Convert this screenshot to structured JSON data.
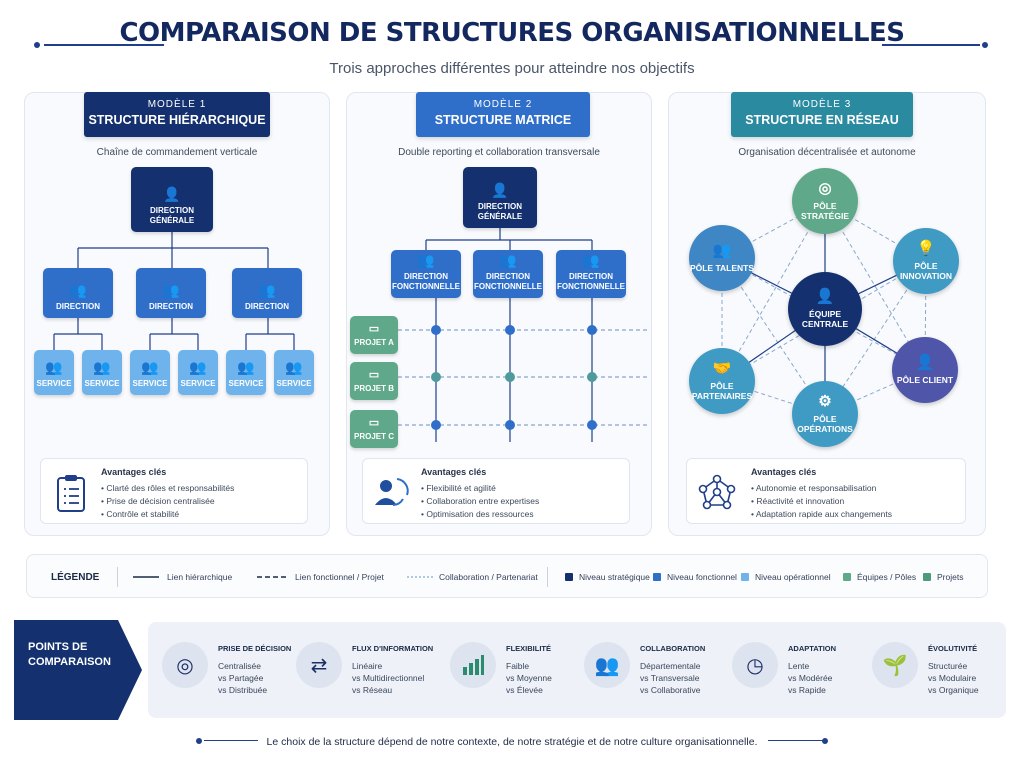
{
  "title": "COMPARAISON DE STRUCTURES ORGANISATIONNELLES",
  "subtitle": "Trois approches différentes pour atteindre nos objectifs",
  "panels": [
    {
      "model": "MODÈLE 1",
      "name": "STRUCTURE HIÉRARCHIQUE",
      "description": "Chaîne de commandement verticale",
      "color": "#14306f",
      "top_node": "DIRECTION GÉNÉRALE",
      "mid_nodes": [
        "DIRECTION",
        "DIRECTION",
        "DIRECTION"
      ],
      "leaf_nodes": [
        "SERVICE",
        "SERVICE",
        "SERVICE",
        "SERVICE",
        "SERVICE",
        "SERVICE"
      ],
      "advantages_title": "Avantages clés",
      "advantages": [
        "Clarté des rôles et responsabilités",
        "Prise de décision centralisée",
        "Contrôle et stabilité"
      ],
      "icon": "clipboard-icon"
    },
    {
      "model": "MODÈLE 2",
      "name": "STRUCTURE MATRICE",
      "description": "Double reporting et collaboration transversale",
      "color": "#2f6fc9",
      "top_node": "DIRECTION GÉNÉRALE",
      "mid_nodes": [
        "DIRECTION FONCTIONNELLE",
        "DIRECTION FONCTIONNELLE",
        "DIRECTION FONCTIONNELLE"
      ],
      "projects": [
        "PROJET A",
        "PROJET B",
        "PROJET C"
      ],
      "advantages_title": "Avantages clés",
      "advantages": [
        "Flexibilité et agilité",
        "Collaboration entre expertises",
        "Optimisation des ressources"
      ],
      "icon": "people-cycle-icon"
    },
    {
      "model": "MODÈLE 3",
      "name": "STRUCTURE EN RÉSEAU",
      "description": "Organisation décentralisée et autonome",
      "color": "#2a8aa0",
      "center": "ÉQUIPE CENTRALE",
      "poles": [
        "PÔLE STRATÉGIE",
        "PÔLE INNOVATION",
        "PÔLE CLIENT",
        "PÔLE OPÉRATIONS",
        "PÔLE PARTENAIRES",
        "PÔLE TALENTS"
      ],
      "advantages_title": "Avantages clés",
      "advantages": [
        "Autonomie et responsabilisation",
        "Réactivité et innovation",
        "Adaptation rapide aux changements"
      ],
      "icon": "network-icon"
    }
  ],
  "legend": {
    "title": "LÉGENDE",
    "lines": [
      "Lien hiérarchique",
      "Lien fonctionnel / Projet",
      "Collaboration / Partenariat"
    ],
    "swatches": [
      {
        "label": "Niveau stratégique",
        "color": "#14306f"
      },
      {
        "label": "Niveau fonctionnel",
        "color": "#2f6fc9"
      },
      {
        "label": "Niveau opérationnel",
        "color": "#6fb3ec"
      },
      {
        "label": "Équipes / Pôles",
        "color": "#5fa98a"
      },
      {
        "label": "Projets",
        "color": "#4f9a7d"
      }
    ]
  },
  "comparison": {
    "label": "POINTS DE COMPARAISON",
    "items": [
      {
        "title": "PRISE DE DÉCISION",
        "icon": "target-icon",
        "values": [
          "Centralisée",
          "vs Partagée",
          "vs Distribuée"
        ]
      },
      {
        "title": "FLUX D'INFORMATION",
        "icon": "shuffle-icon",
        "values": [
          "Linéaire",
          "vs Multidirectionnel",
          "vs Réseau"
        ]
      },
      {
        "title": "FLEXIBILITÉ",
        "icon": "bar-chart-icon",
        "values": [
          "Faible",
          "vs Moyenne",
          "vs Élevée"
        ]
      },
      {
        "title": "COLLABORATION",
        "icon": "team-icon",
        "values": [
          "Départementale",
          "vs Transversale",
          "vs Collaborative"
        ]
      },
      {
        "title": "ADAPTATION",
        "icon": "clock-icon",
        "values": [
          "Lente",
          "vs Modérée",
          "vs Rapide"
        ]
      },
      {
        "title": "ÉVOLUTIVITÉ",
        "icon": "sprout-icon",
        "values": [
          "Structurée",
          "vs Modulaire",
          "vs Organique"
        ]
      }
    ]
  },
  "footer": "Le choix de la structure dépend de notre contexte, de notre stratégie et de notre culture organisationnelle."
}
